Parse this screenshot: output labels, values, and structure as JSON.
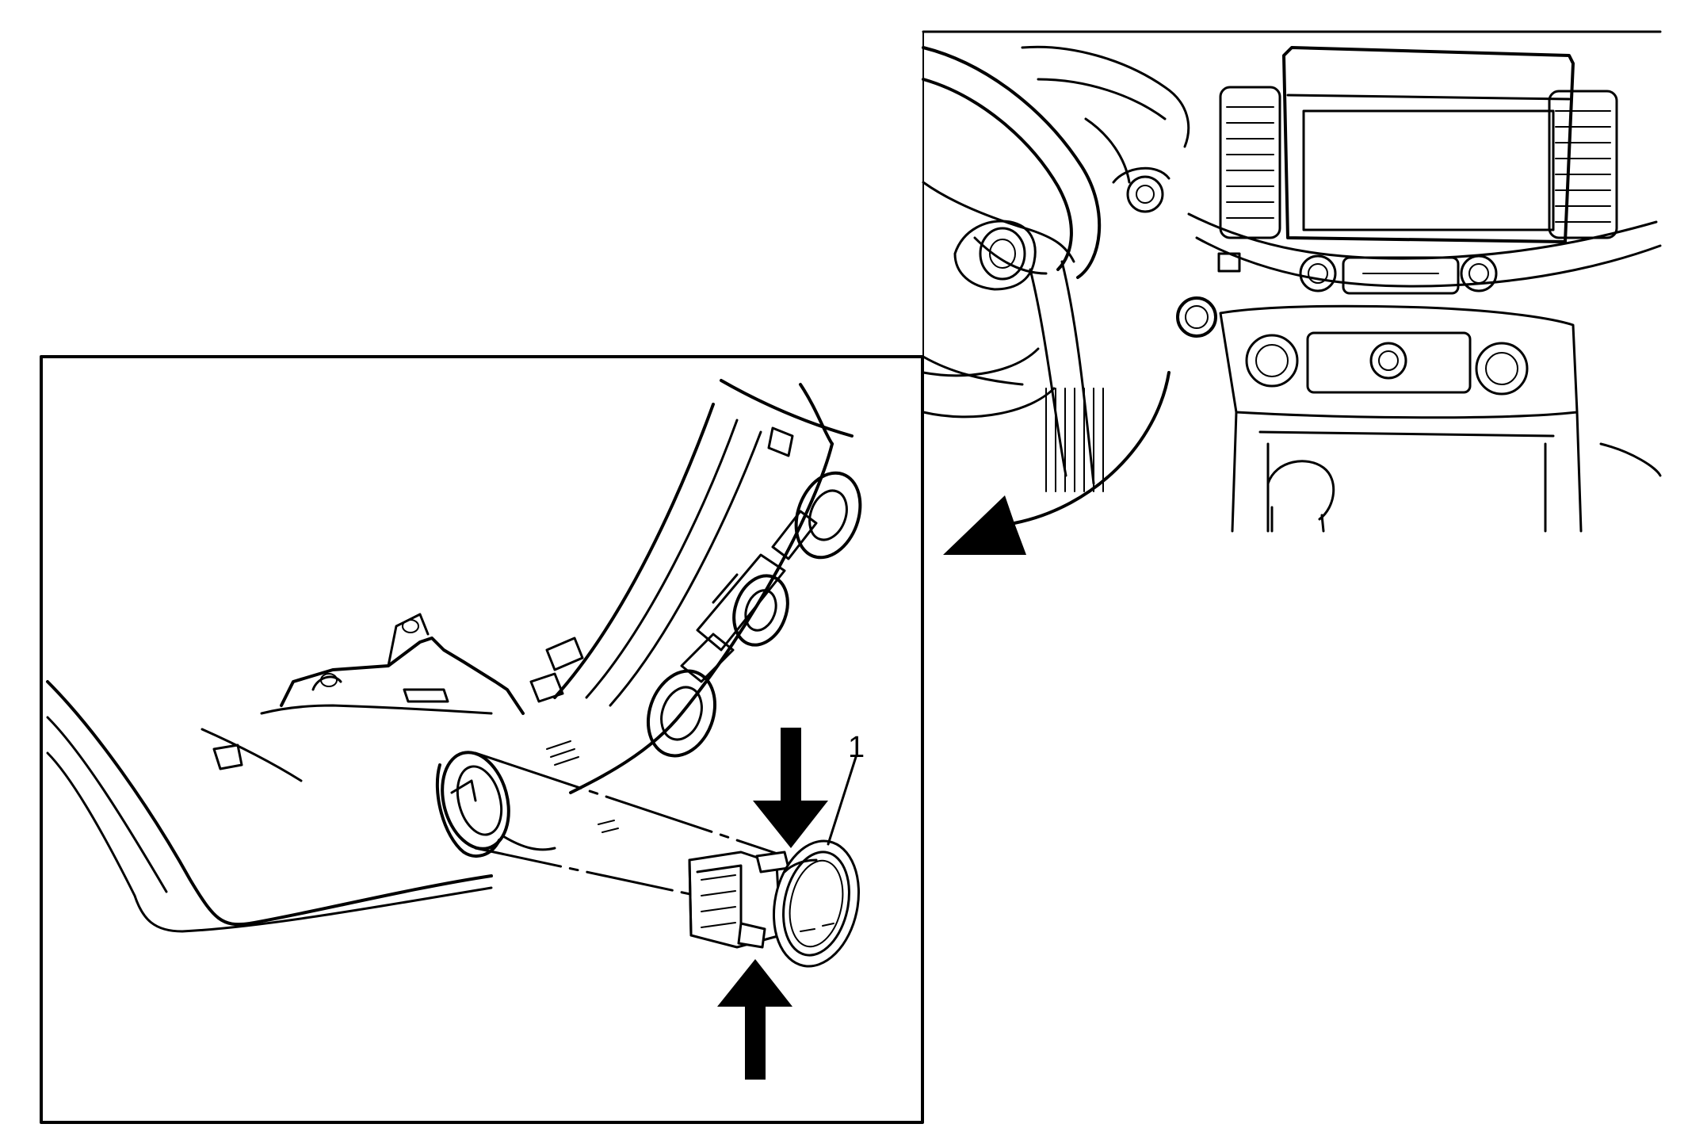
{
  "diagram": {
    "callouts": [
      {
        "label": "1"
      }
    ],
    "colors": {
      "line": "#000000",
      "background": "#ffffff"
    },
    "arrows": {
      "detail_link": "curved-arrow-pointing-left",
      "release_tabs": [
        "down-arrow",
        "up-arrow"
      ]
    }
  }
}
